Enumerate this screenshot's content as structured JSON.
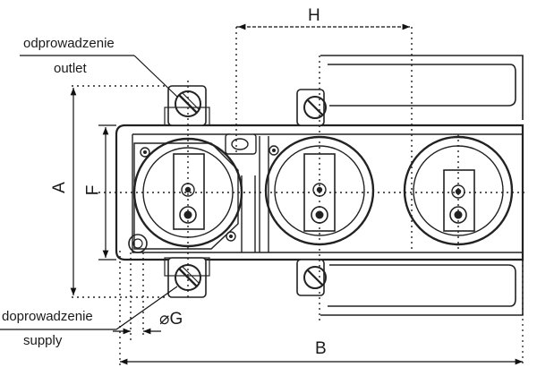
{
  "labels": {
    "outlet_pl": "odprowadzenie",
    "outlet_en": "outlet",
    "supply_pl": "doprowadzenie",
    "supply_en": "supply"
  },
  "dimensions": {
    "H": "H",
    "A": "A",
    "F": "F",
    "G": "⌀G",
    "B": "B"
  }
}
